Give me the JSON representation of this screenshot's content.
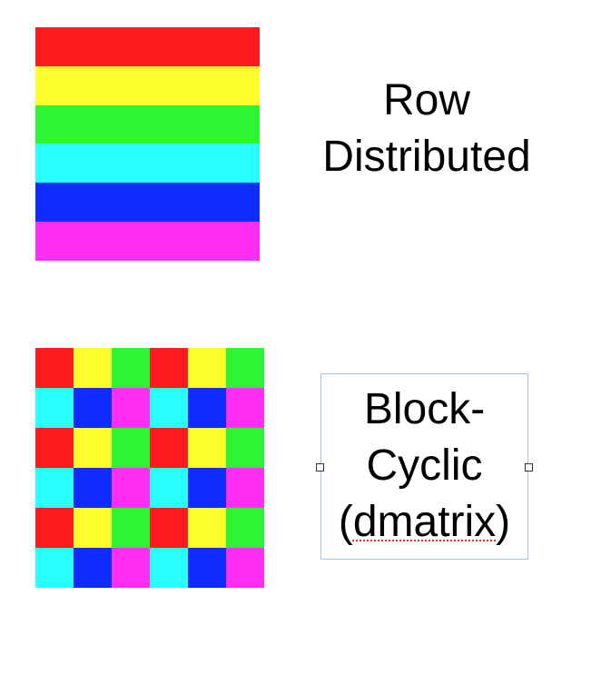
{
  "row_distributed": {
    "label_line1": "Row",
    "label_line2": "Distributed",
    "stripe_colors": [
      "#ff1a1f",
      "#ffff2e",
      "#2ef534",
      "#29ffff",
      "#0f2cff",
      "#ff2ef5"
    ]
  },
  "block_cyclic": {
    "label_line1": "Block-",
    "label_line2": "Cyclic",
    "label_line3_open": "(",
    "label_line3_word": "dmatrix",
    "label_line3_close": ")",
    "pattern_rows": [
      [
        "#ff1a1f",
        "#ffff2e",
        "#2ef534"
      ],
      [
        "#29ffff",
        "#0f2cff",
        "#ff2ef5"
      ]
    ],
    "grid_size": 6
  },
  "colors": {
    "textbox_border": "#a9c2e6",
    "spellcheck_underline": "#e0302a"
  }
}
